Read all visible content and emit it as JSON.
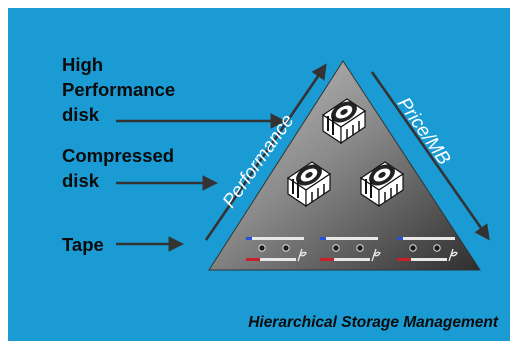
{
  "labels": {
    "high_performance_line1": "High",
    "high_performance_line2": "Performance",
    "high_performance_line3": "disk",
    "compressed_line1": "Compressed",
    "compressed_line2": "disk",
    "tape": "Tape"
  },
  "axes": {
    "left": "Performance",
    "right": "Price/MB"
  },
  "caption": "Hierarchical Storage Management",
  "colors": {
    "background": "#1a9bd4",
    "triangle_light": "#b8b8b8",
    "triangle_dark": "#3a3a3a",
    "arrow": "#333333",
    "text": "#0b0b0b"
  },
  "icons": [
    "hard-disk-icon",
    "hard-disk-icon",
    "hard-disk-icon",
    "tape-cartridge-icon",
    "tape-cartridge-icon",
    "tape-cartridge-icon"
  ]
}
